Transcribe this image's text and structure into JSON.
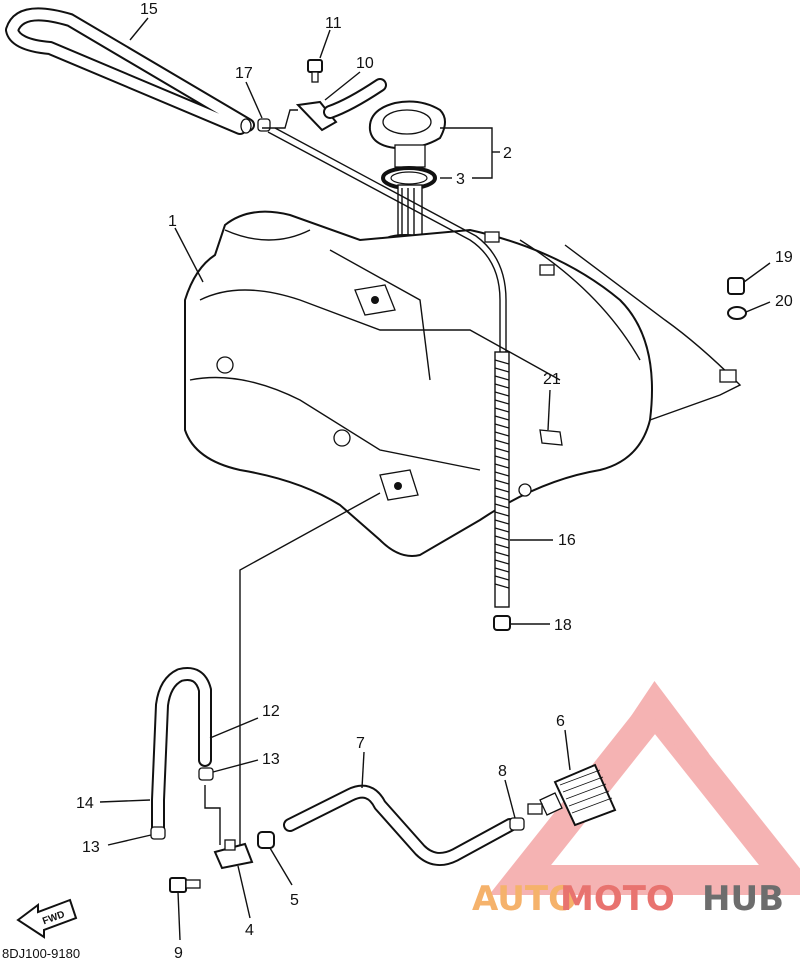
{
  "diagram_code": "8DJ100-9180",
  "direction_badge": "FWD",
  "watermark": {
    "word_a": "AUTO",
    "word_b": "MOTO",
    "word_c": "HUB",
    "color_a": "#f5b26b",
    "color_b": "#e8736f",
    "color_c": "#6d6d6d",
    "logo_color": "#f29a9a"
  },
  "callouts": [
    "15",
    "11",
    "17",
    "10",
    "2",
    "3",
    "1",
    "19",
    "20",
    "21",
    "16",
    "18",
    "12",
    "13",
    "14",
    "13",
    "7",
    "8",
    "6",
    "5",
    "4",
    "9"
  ]
}
